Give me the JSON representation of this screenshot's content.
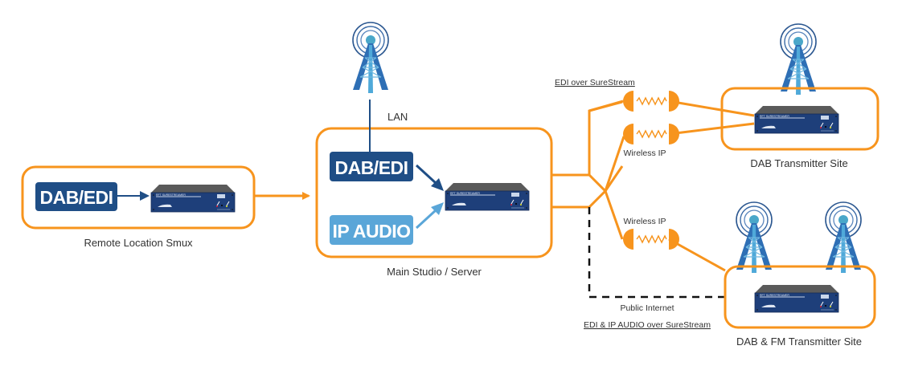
{
  "colors": {
    "accent_orange": "#F7941D",
    "badge_dark_blue": "#1F4E86",
    "badge_light_blue": "#5AA6D8",
    "device_body": "#1E3F7A",
    "device_top": "#555555",
    "tower_blue": "#2E6FB5",
    "tower_light": "#4FA9D9",
    "signal_ring": "#2B5790",
    "dashed_line": "#111111"
  },
  "nodes": {
    "remote": {
      "label": "Remote Location Smux",
      "badge": "DAB/EDI",
      "device": "surestreamer"
    },
    "studio": {
      "label": "Main Studio / Server",
      "badge_top": "DAB/EDI",
      "badge_bottom": "IP AUDIO",
      "device": "surestreamer",
      "uplink_label": "LAN"
    },
    "dab_site": {
      "label": "DAB Transmitter Site",
      "device": "surestreamer"
    },
    "dab_fm_site": {
      "label": "DAB & FM Transmitter Site",
      "device": "surestreamer"
    }
  },
  "links": {
    "edi_surestream": "EDI over SureStream",
    "wireless_ip_top": "Wireless IP",
    "wireless_ip_bottom": "Wireless IP",
    "public_internet": "Public Internet",
    "edi_ip_audio_surestream": "EDI & IP AUDIO over SureStream"
  },
  "icons": {
    "tower": "radio-tower-icon",
    "wireless_link": "wireless-bridge-icon",
    "device": "surestreamer-device-icon"
  }
}
